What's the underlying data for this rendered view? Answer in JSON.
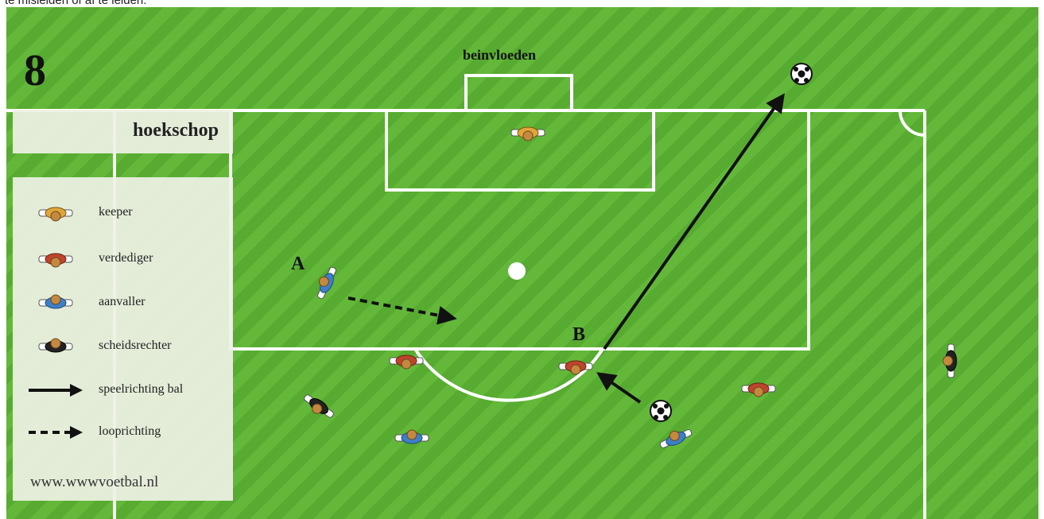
{
  "caption": "te misleiden of af te leiden.",
  "diagram": {
    "number": "8",
    "title": "hoekschop",
    "zone_label": "beinvloeden",
    "marker_a": "A",
    "marker_b": "B",
    "website": "www.wwwvoetbal.nl"
  },
  "legend": [
    {
      "icon": "keeper-icon",
      "label": "keeper"
    },
    {
      "icon": "defender-icon",
      "label": "verdediger"
    },
    {
      "icon": "attacker-icon",
      "label": "aanvaller"
    },
    {
      "icon": "referee-icon",
      "label": "scheidsrechter"
    },
    {
      "icon": "solid-arrow-icon",
      "label": "speelrichting bal"
    },
    {
      "icon": "dashed-arrow-icon",
      "label": "looprichting"
    }
  ],
  "colors": {
    "pitch_light": "#63b83a",
    "pitch_dark": "#57ab30",
    "lines": "#ffffff",
    "keeper": "#e0a638",
    "defender": "#c0432c",
    "attacker": "#3d7fc8",
    "referee": "#222222"
  }
}
